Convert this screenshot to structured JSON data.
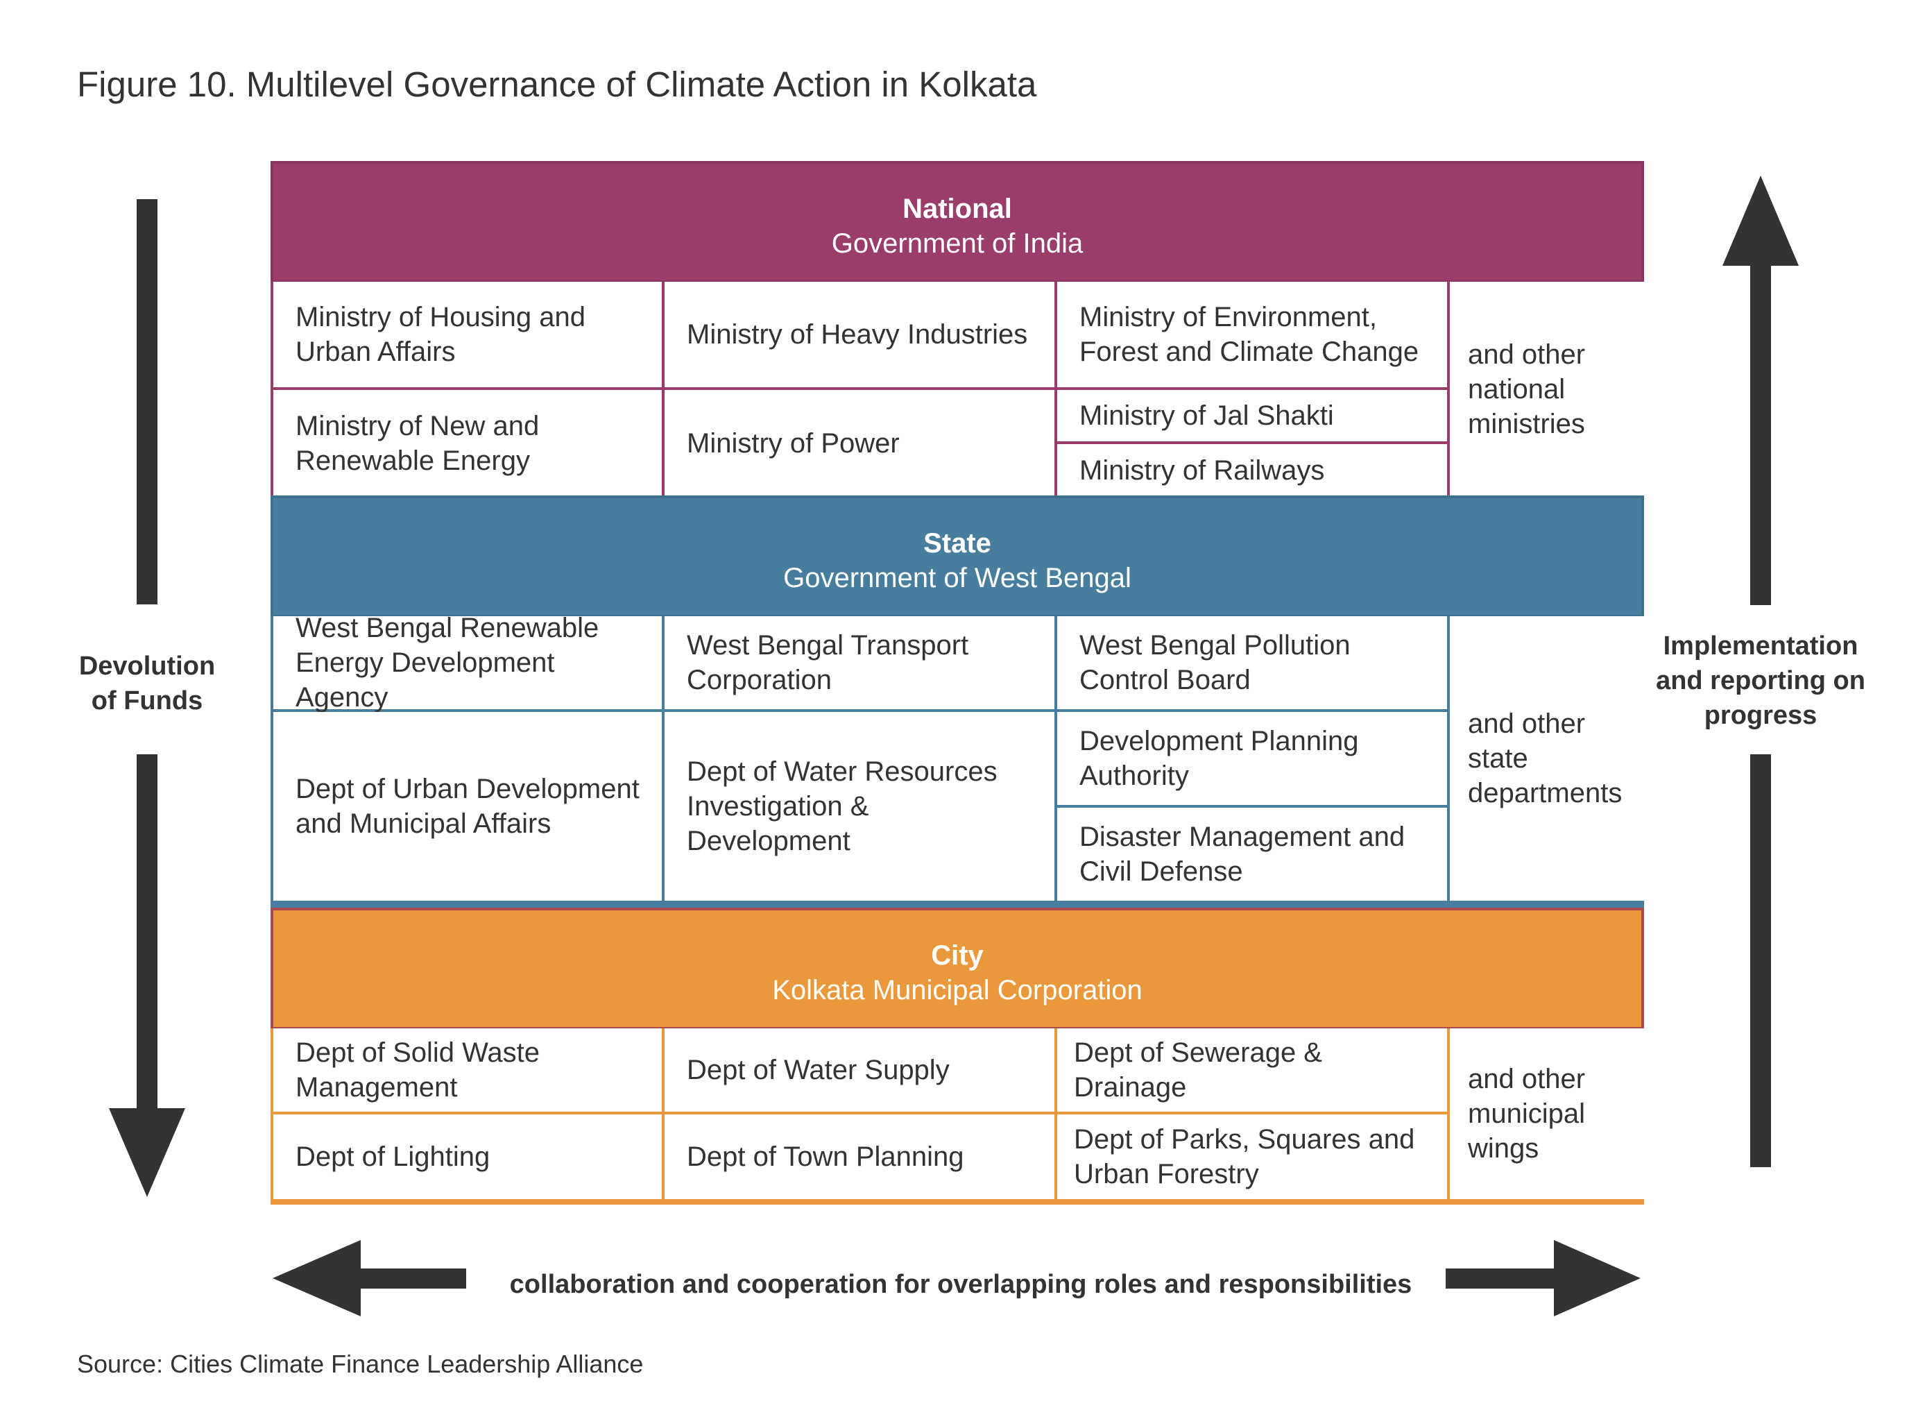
{
  "figure_title": "Figure 10. Multilevel Governance of Climate Action in Kolkata",
  "source": "Source: Cities Climate Finance Leadership Alliance",
  "national": {
    "level": "National",
    "government": "Government of India",
    "cells": [
      "Ministry of Housing and Urban Affairs",
      "Ministry of Heavy Industries",
      "Ministry of Environment, Forest and Climate Change",
      "and other national ministries",
      "Ministry of New and Renewable Energy",
      "Ministry of Power",
      "Ministry of Jal Shakti",
      "Ministry of Railways"
    ],
    "color": "#9a3d6a"
  },
  "state": {
    "level": "State",
    "government": "Government of West Bengal",
    "cells": [
      "West Bengal Renewable Energy Development Agency",
      "West Bengal Transport Corporation",
      "West Bengal Pollution Control Board",
      "and other state departments",
      "Development Planning Authority",
      "Dept of Urban Development and Municipal Affairs",
      "Dept of Water Resources Investigation & Development",
      "Disaster Management and Civil Defense"
    ],
    "color": "#477e9d"
  },
  "city": {
    "level": "City",
    "government": "Kolkata Municipal Corporation",
    "cells": [
      "Dept of Solid Waste Management",
      "Dept of Water Supply",
      "Dept of Sewerage & Drainage",
      "and other municipal wings",
      "Dept of Lighting",
      "Dept of Town Planning",
      "Dept of Parks, Squares and Urban Forestry"
    ],
    "color": "#e9993c"
  },
  "left_label": "Devolution of Funds",
  "right_label": "Implementation and reporting on progress",
  "bottom_label": "collaboration and cooperation for overlapping roles and responsibilities",
  "arrow_color": "#333333"
}
